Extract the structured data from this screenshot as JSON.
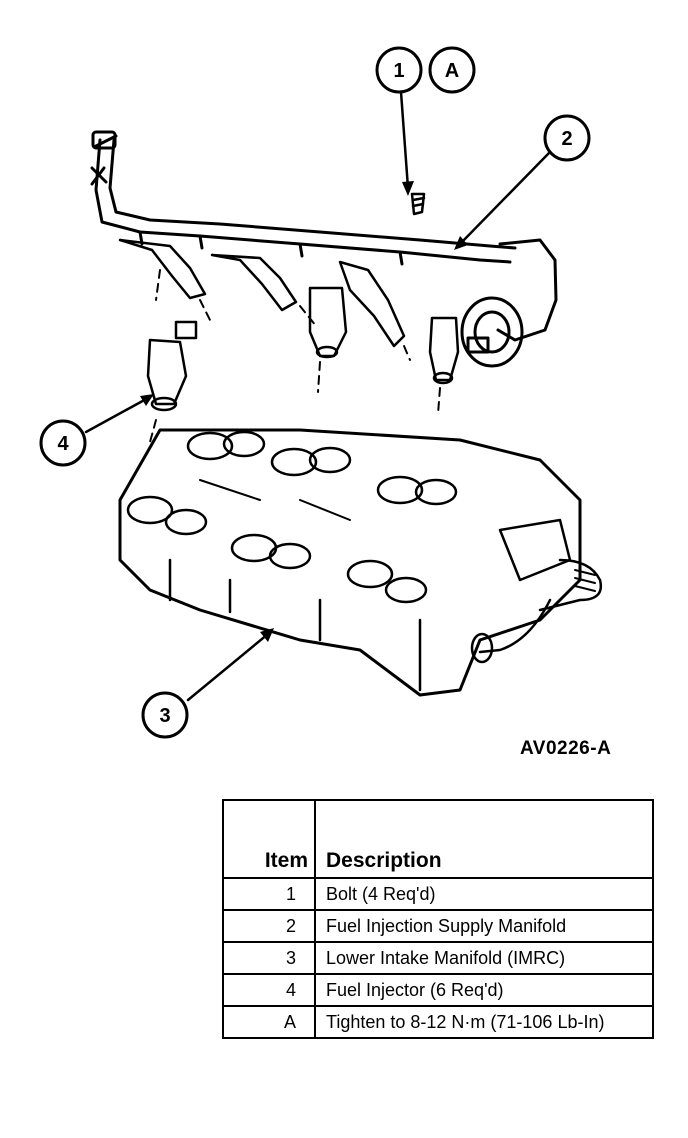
{
  "callouts": {
    "c1": "1",
    "cA": "A",
    "c2": "2",
    "c3": "3",
    "c4": "4"
  },
  "figure_id": "AV0226-A",
  "legend": {
    "header_item": "Item",
    "header_description": "Description",
    "rows": [
      {
        "item": "1",
        "description": "Bolt (4 Req'd)"
      },
      {
        "item": "2",
        "description": "Fuel Injection Supply Manifold"
      },
      {
        "item": "3",
        "description": "Lower Intake Manifold (IMRC)"
      },
      {
        "item": "4",
        "description": "Fuel Injector (6 Req'd)"
      },
      {
        "item": "A",
        "description": "Tighten to 8-12 N·m (71-106 Lb-In)"
      }
    ]
  }
}
